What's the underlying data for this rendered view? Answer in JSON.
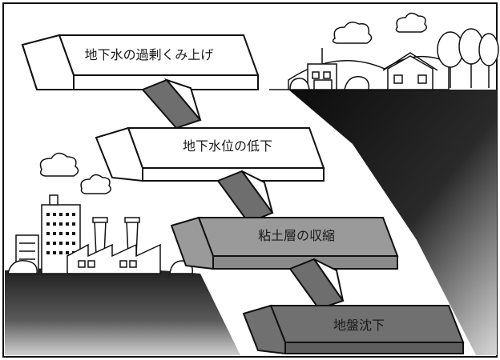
{
  "steps": [
    {
      "label": "地下水の過剰くみ上げ"
    },
    {
      "label": "地下水位の低下"
    },
    {
      "label": "粘土層の収縮"
    },
    {
      "label": "地盤沈下"
    }
  ],
  "colors": {
    "ink": "#111111",
    "ground_dark": "#1f1f1f",
    "slab_light": "#ffffff",
    "slab_mid": "#9a9a9a",
    "slab_dark": "#707070",
    "arrow_dark": "#6e6e6e",
    "arrow_light": "#ffffff"
  }
}
